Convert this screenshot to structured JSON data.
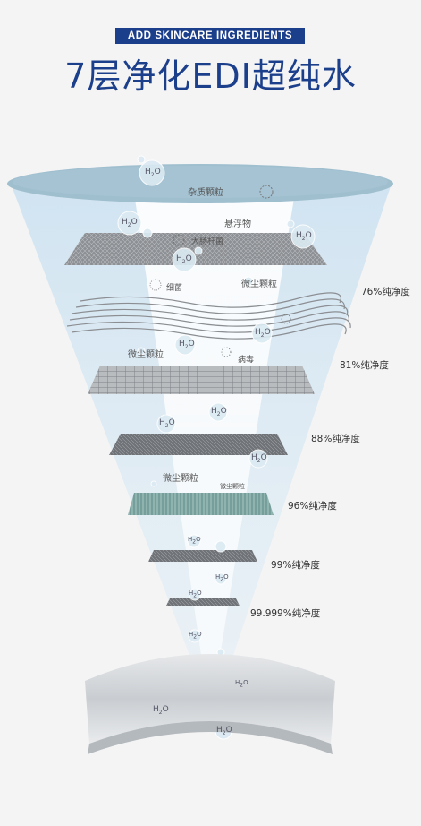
{
  "header": {
    "badge": "ADD SKINCARE INGREDIENTS",
    "title": "7层净化EDI超纯水"
  },
  "impurities": {
    "impurity_particles": "杂质颗粒",
    "suspended_matter": "悬浮物",
    "e_coli": "大肠杆菌",
    "bacteria": "细菌",
    "dust_particles_1": "微尘颗粒",
    "dust_particles_2": "微尘颗粒",
    "virus": "病毒",
    "dust_particles_3": "微尘颗粒",
    "dust_particles_4": "微尘颗粒"
  },
  "purity_levels": [
    "76%纯净度",
    "81%纯净度",
    "88%纯净度",
    "96%纯净度",
    "99%纯净度",
    "99.999%纯净度"
  ],
  "water": {
    "symbol": "H",
    "sub": "2",
    "suffix": "O"
  },
  "colors": {
    "brand_blue": "#1c3f8c",
    "funnel_blue": "#d6e8f3"
  }
}
